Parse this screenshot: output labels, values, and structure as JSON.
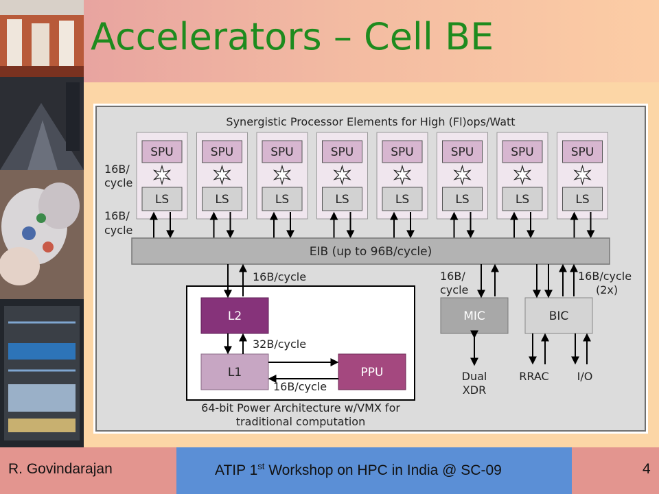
{
  "slide": {
    "title": "Accelerators – Cell BE",
    "footer": {
      "author": "R. Govindarajan",
      "event_prefix": "ATIP 1",
      "event_sup": "st",
      "event_suffix": " Workshop on HPC in India @ SC-09",
      "page_number": "4"
    }
  },
  "diagram": {
    "header": "Synergistic Processor Elements for High (Fl)ops/Watt",
    "spe_count": 8,
    "spu_label": "SPU",
    "ls_label": "LS",
    "spu_ls_bw": [
      "16B/",
      "cycle"
    ],
    "ls_eib_bw": [
      "16B/",
      "cycle"
    ],
    "eib_label": "EIB (up to 96B/cycle)",
    "ppe": {
      "eib_bw": "16B/cycle",
      "l2_label": "L2",
      "l1_label": "L1",
      "ppu_label": "PPU",
      "l2_l1_bw": "32B/cycle",
      "l1_ppu_bw": "16B/cycle",
      "caption": [
        "64-bit Power Architecture w/VMX for",
        "traditional computation"
      ]
    },
    "mic": {
      "label": "MIC",
      "bw": [
        "16B/",
        "cycle"
      ],
      "output": [
        "Dual",
        "XDR"
      ]
    },
    "bic": {
      "label": "BIC",
      "bw": [
        "16B/cycle",
        "(2x)"
      ],
      "outputs": [
        "RRAC",
        "I/O"
      ]
    },
    "colors": {
      "panel": "#dcdcdc",
      "spe_box": "#f0e6ee",
      "spu": "#d7b6d0",
      "ls": "#d2d2d2",
      "eib": "#b3b3b3",
      "l2": "#86337a",
      "l1": "#c7a6c3",
      "ppu": "#a4487f",
      "mic": "#a8a8a8",
      "bic": "#d4d4d4"
    }
  },
  "left_strip_icons": [
    "server-room-photo",
    "corridor-photo",
    "molecule-render-photo",
    "server-rack-photo"
  ]
}
